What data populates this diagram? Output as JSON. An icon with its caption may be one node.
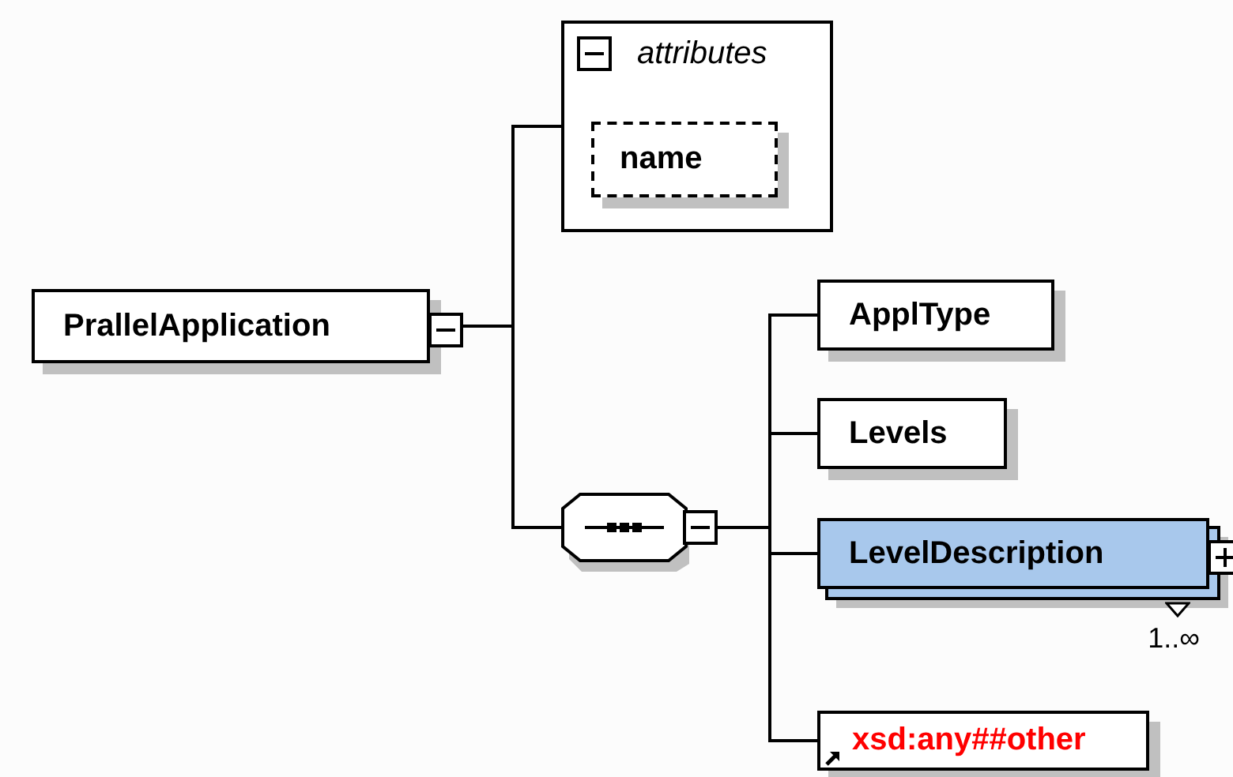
{
  "diagram": {
    "nodes": [
      {
        "text": [
          "PrallelApplication"
        ]
      },
      {
        "text": [
          "attributes"
        ]
      },
      {
        "text": [
          "name"
        ],
        "in": 1
      },
      {
        "text": [],
        "shape": "octagon"
      },
      {
        "text": [
          "ApplType"
        ]
      },
      {
        "text": [
          "Levels"
        ]
      },
      {
        "text": [
          "LevelDescription"
        ],
        "beside": [
          "1..∞"
        ]
      },
      {
        "text": [
          "xsd:any##other"
        ]
      }
    ],
    "edges": [
      {
        "from": 0,
        "to": 1,
        "arrow": "none"
      },
      {
        "from": 0,
        "to": 3,
        "arrow": "none"
      },
      {
        "from": 3,
        "to": 4,
        "arrow": "none"
      },
      {
        "from": 3,
        "to": 5,
        "arrow": "none"
      },
      {
        "from": 3,
        "to": 6,
        "arrow": "none"
      },
      {
        "from": 3,
        "to": 7,
        "arrow": "none"
      }
    ]
  }
}
